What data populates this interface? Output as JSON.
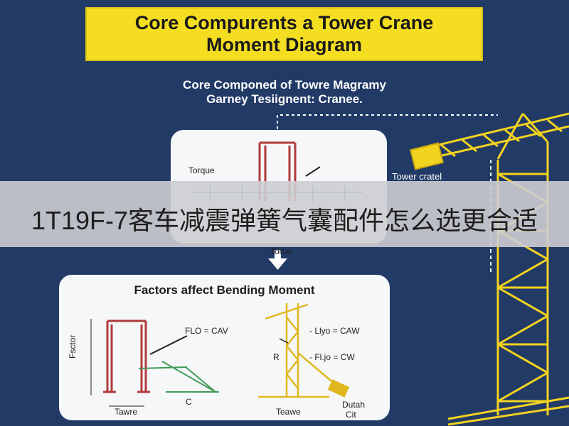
{
  "title": {
    "line1": "Core Compurents a Tower Crane",
    "line2": "Moment Diagram"
  },
  "subtitle": {
    "line1": "Core Componed of Towre Magramy",
    "line2": "Garney Tesiignent: Cranee."
  },
  "top_panel": {
    "label_left": "Torque",
    "label_bottom": "Torue"
  },
  "crane_label": "Tower cratel",
  "banner_text": "1T19F-7客车减震弹簧气囊配件怎么选更合适",
  "bottom_panel": {
    "heading": "Factors affect Bending Moment",
    "formula_left": "FLO = CAV",
    "formula_right_top": "- Llyo = CAW",
    "formula_right_mid": "- Fl.jo = CW",
    "label_r": "R",
    "label_c": "C",
    "label_vertical": "Fsctor",
    "label_bottom_left": "Tawre",
    "label_bottom_right": "Teawe",
    "label_dutch": "Dutah",
    "label_cit": "Cit"
  },
  "colors": {
    "background": "#223a66",
    "title_yellow": "#f5dd22",
    "crane_yellow": "#f2d31f",
    "tower_red": "#b03a3a",
    "beam_green": "#3f9a57"
  }
}
